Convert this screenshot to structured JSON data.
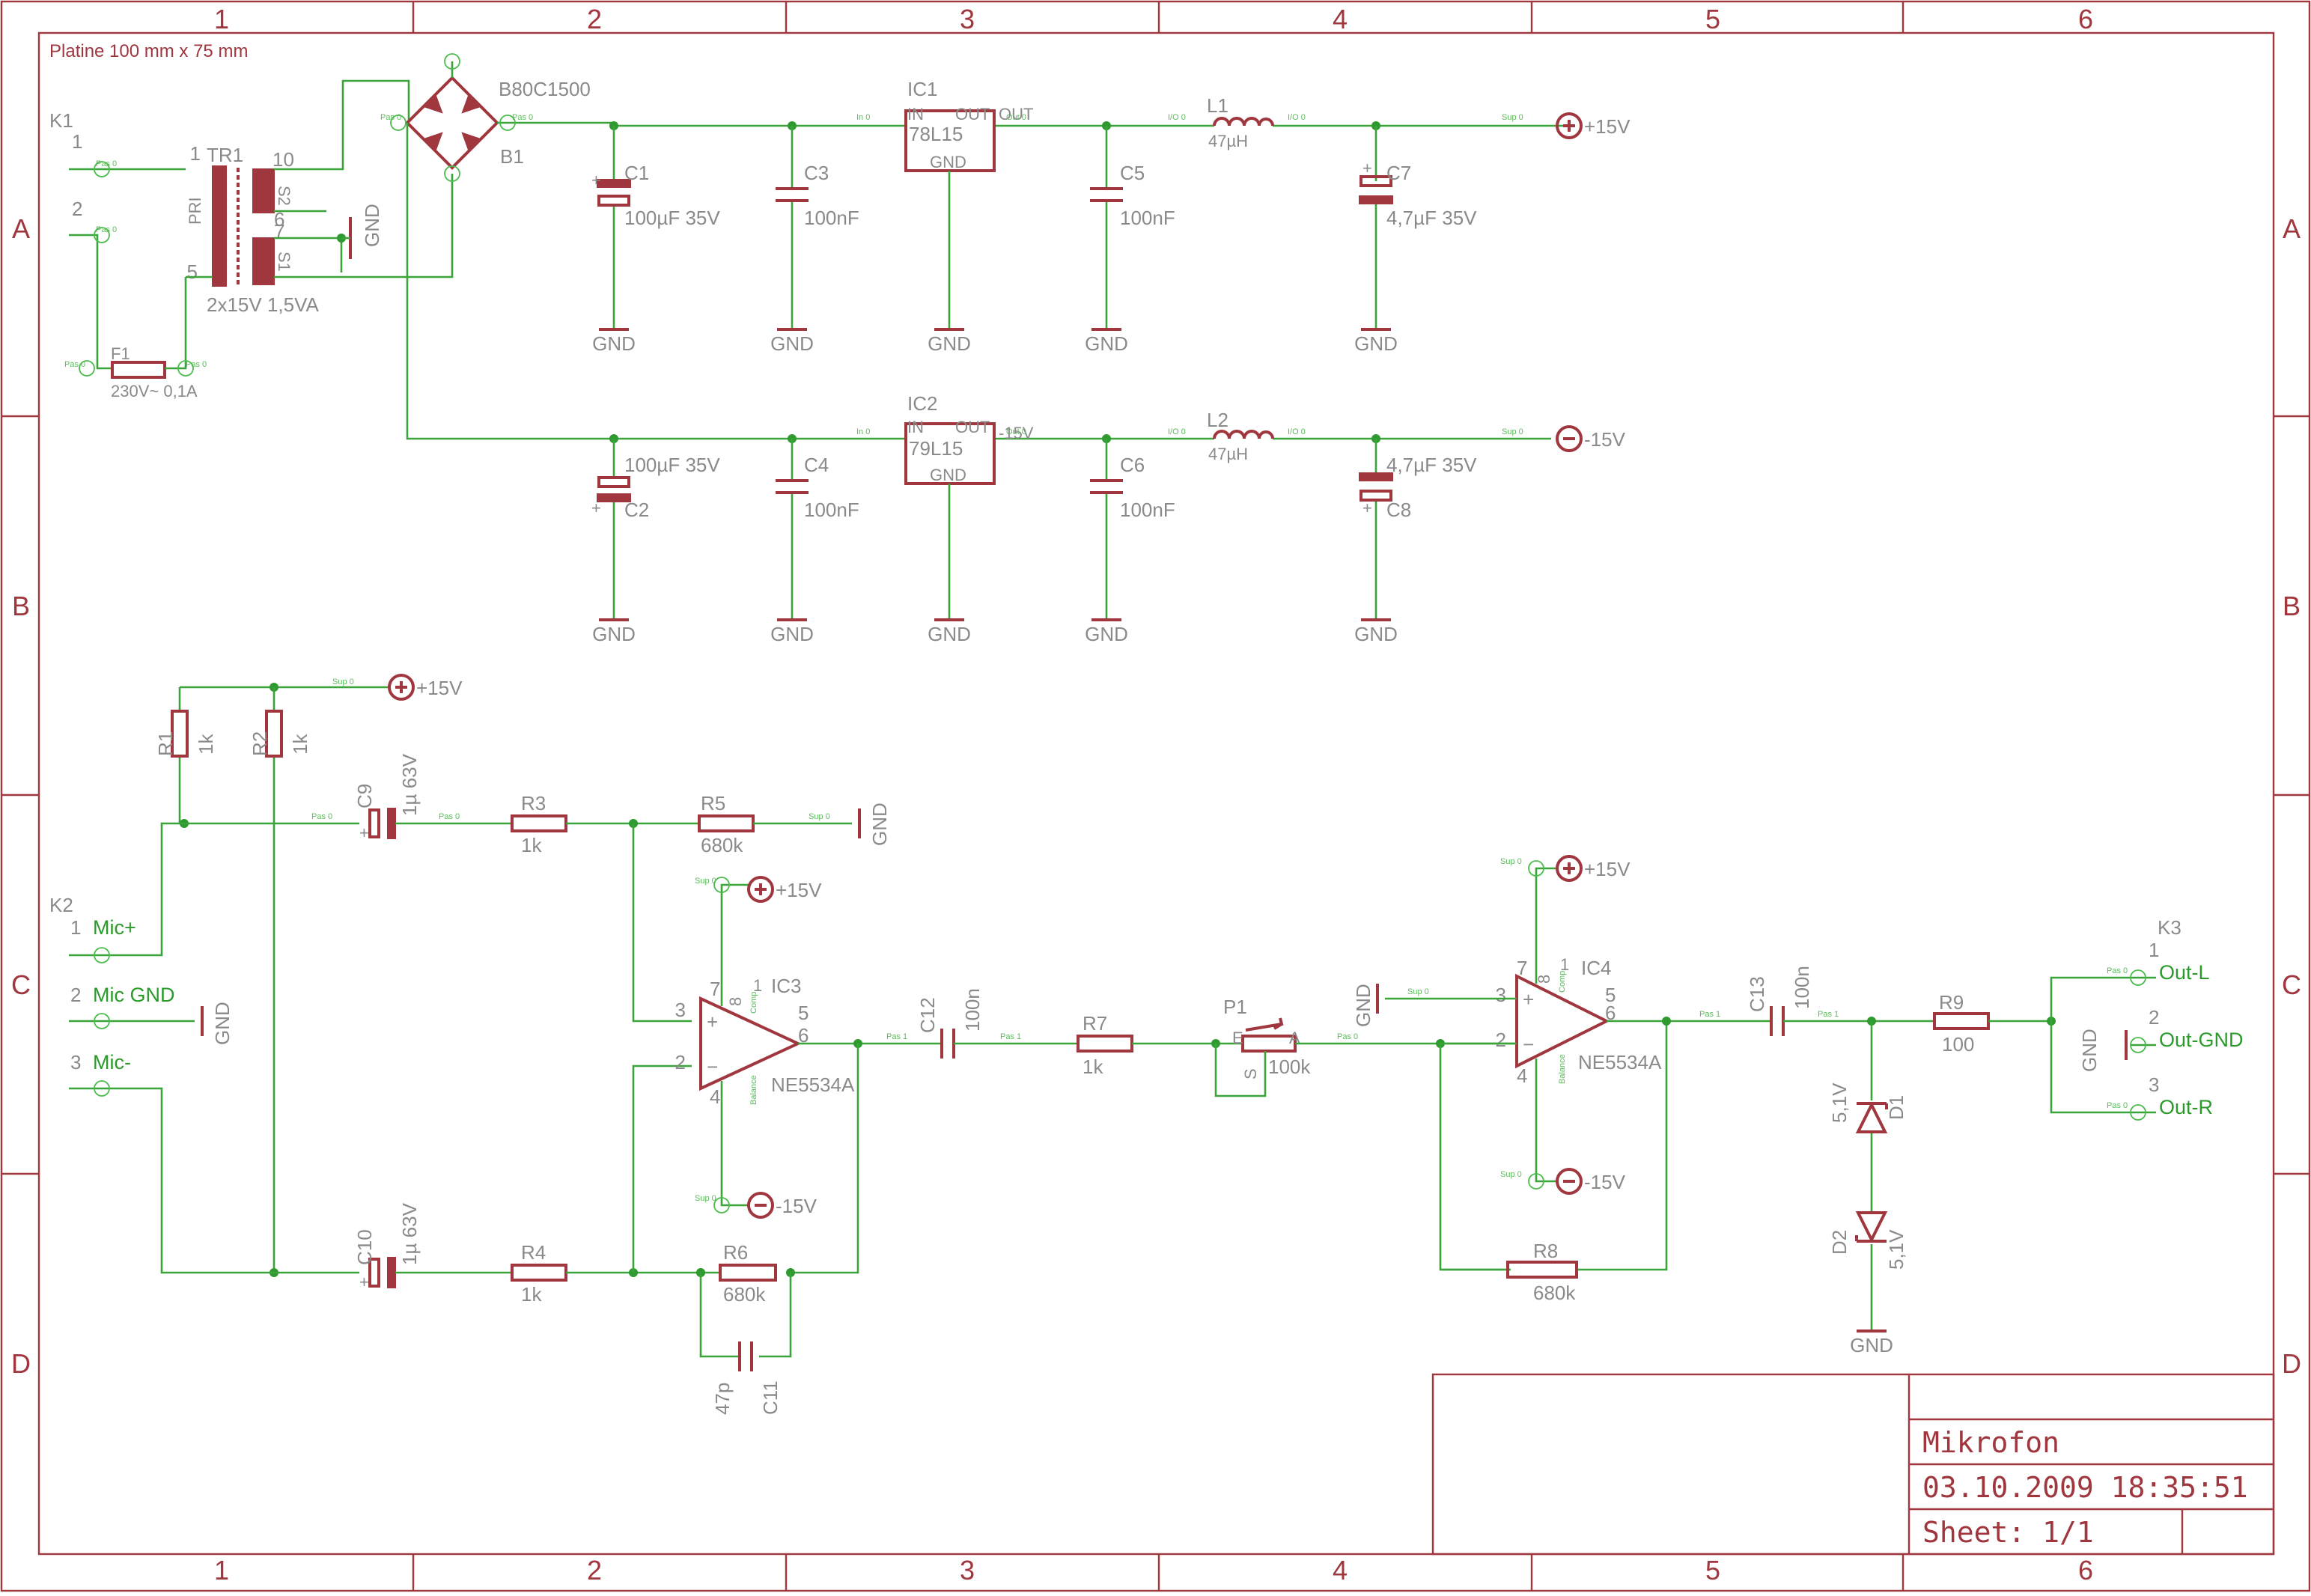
{
  "board_note": "Platine 100 mm  x  75 mm",
  "grid": {
    "cols": [
      "1",
      "2",
      "3",
      "4",
      "5",
      "6"
    ],
    "rows": [
      "A",
      "B",
      "C",
      "D"
    ]
  },
  "title_block": {
    "name": "Mikrofon",
    "date": "03.10.2009 18:35:51",
    "sheet": "Sheet: 1/1"
  },
  "nets": {
    "gnd": "GND",
    "pos15": "+15V",
    "neg15": "-15V",
    "mic_plus": "Mic+",
    "mic_gnd": "Mic GND",
    "mic_minus": "Mic-",
    "out_l": "Out-L",
    "out_gnd": "Out-GND",
    "out_r": "Out-R"
  },
  "parts": {
    "k1": {
      "name": "K1",
      "p1": "1",
      "p2": "2"
    },
    "k2": {
      "name": "K2",
      "p1": "1",
      "p2": "2",
      "p3": "3"
    },
    "k3": {
      "name": "K3",
      "p1": "1",
      "p2": "2",
      "p3": "3"
    },
    "tr1": {
      "name": "TR1",
      "value": "2x15V 1,5VA",
      "pri": "PRI",
      "s1": "S1",
      "s2": "S2",
      "pin1": "1",
      "pin5": "5",
      "pin10": "10",
      "pin7": "7",
      "pin6": "6"
    },
    "f1": {
      "name": "F1",
      "value": "230V~ 0,1A"
    },
    "b1": {
      "name": "B1",
      "value": "B80C1500"
    },
    "c1": {
      "name": "C1",
      "value": "100µF 35V"
    },
    "c2": {
      "name": "C2",
      "value": "100µF 35V"
    },
    "c3": {
      "name": "C3",
      "value": "100nF"
    },
    "c4": {
      "name": "C4",
      "value": "100nF"
    },
    "c5": {
      "name": "C5",
      "value": "100nF"
    },
    "c6": {
      "name": "C6",
      "value": "100nF"
    },
    "c7": {
      "name": "C7",
      "value": "4,7µF 35V"
    },
    "c8": {
      "name": "C8",
      "value": "4,7µF 35V"
    },
    "c9": {
      "name": "C9",
      "value": "1µ 63V"
    },
    "c10": {
      "name": "C10",
      "value": "1µ 63V"
    },
    "c11": {
      "name": "C11",
      "value": "47p"
    },
    "c12": {
      "name": "C12",
      "value": "100n"
    },
    "c13": {
      "name": "C13",
      "value": "100n"
    },
    "ic1": {
      "name": "IC1",
      "value": "78L15",
      "in": "IN",
      "out": "OUT",
      "gnd": "GND",
      "out_net": "OUT"
    },
    "ic2": {
      "name": "IC2",
      "value": "79L15",
      "in": "IN",
      "out": "OUT",
      "gnd": "GND",
      "out_net": "-15V"
    },
    "ic3": {
      "name": "IC3",
      "value": "NE5534A"
    },
    "ic4": {
      "name": "IC4",
      "value": "NE5534A"
    },
    "l1": {
      "name": "L1",
      "value": "47µH"
    },
    "l2": {
      "name": "L2",
      "value": "47µH"
    },
    "r1": {
      "name": "R1",
      "value": "1k"
    },
    "r2": {
      "name": "R2",
      "value": "1k"
    },
    "r3": {
      "name": "R3",
      "value": "1k"
    },
    "r4": {
      "name": "R4",
      "value": "1k"
    },
    "r5": {
      "name": "R5",
      "value": "680k"
    },
    "r6": {
      "name": "R6",
      "value": "680k"
    },
    "r7": {
      "name": "R7",
      "value": "1k"
    },
    "r8": {
      "name": "R8",
      "value": "680k"
    },
    "r9": {
      "name": "R9",
      "value": "100"
    },
    "p1": {
      "name": "P1",
      "value": "100k",
      "e": "E",
      "a": "A",
      "s": "S"
    },
    "d1": {
      "name": "D1",
      "value": "5,1V"
    },
    "d2": {
      "name": "D2",
      "value": "5,1V"
    }
  },
  "opamp_pins": {
    "p1": "1",
    "p2": "2",
    "p3": "3",
    "p4": "4",
    "p5": "5",
    "p6": "6",
    "p7": "7",
    "p8": "8",
    "plus": "+",
    "minus": "−",
    "comp": "Comp",
    "bal": "Balance"
  },
  "pin_tags": {
    "pas0": "Pas 0",
    "pas1": "Pas 1",
    "sup0": "Sup 0",
    "in0": "In 0",
    "out0": "Out 0",
    "io0": "I/O 0"
  }
}
